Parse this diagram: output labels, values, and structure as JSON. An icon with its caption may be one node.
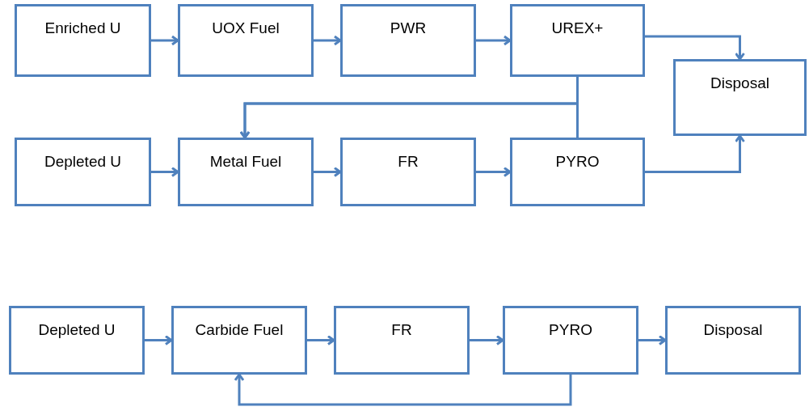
{
  "diagram": {
    "nodes": [
      {
        "text": [
          "Enriched U"
        ]
      },
      {
        "text": [
          "UOX Fuel"
        ]
      },
      {
        "text": [
          "PWR"
        ]
      },
      {
        "text": [
          "UREX+"
        ]
      },
      {
        "text": [
          "Disposal"
        ]
      },
      {
        "text": [
          "Depleted U"
        ]
      },
      {
        "text": [
          "Metal Fuel"
        ]
      },
      {
        "text": [
          "FR"
        ]
      },
      {
        "text": [
          "PYRO"
        ]
      },
      {
        "text": [
          "Depleted U"
        ]
      },
      {
        "text": [
          "Carbide Fuel"
        ]
      },
      {
        "text": [
          "FR"
        ]
      },
      {
        "text": [
          "PYRO"
        ]
      },
      {
        "text": [
          "Disposal"
        ]
      }
    ],
    "edges": [
      {
        "from": 0,
        "to": 1,
        "arrow": "to"
      },
      {
        "from": 1,
        "to": 2,
        "arrow": "to"
      },
      {
        "from": 2,
        "to": 3,
        "arrow": "to"
      },
      {
        "from": 3,
        "to": 4,
        "arrow": "to"
      },
      {
        "from": 3,
        "to": 6,
        "arrow": "to"
      },
      {
        "from": 5,
        "to": 6,
        "arrow": "to"
      },
      {
        "from": 6,
        "to": 7,
        "arrow": "to"
      },
      {
        "from": 7,
        "to": 8,
        "arrow": "to"
      },
      {
        "from": 8,
        "to": 6,
        "arrow": "to"
      },
      {
        "from": 8,
        "to": 4,
        "arrow": "to"
      },
      {
        "from": 9,
        "to": 10,
        "arrow": "to"
      },
      {
        "from": 10,
        "to": 11,
        "arrow": "to"
      },
      {
        "from": 11,
        "to": 12,
        "arrow": "to"
      },
      {
        "from": 12,
        "to": 13,
        "arrow": "to"
      },
      {
        "from": 12,
        "to": 10,
        "arrow": "to"
      }
    ]
  }
}
